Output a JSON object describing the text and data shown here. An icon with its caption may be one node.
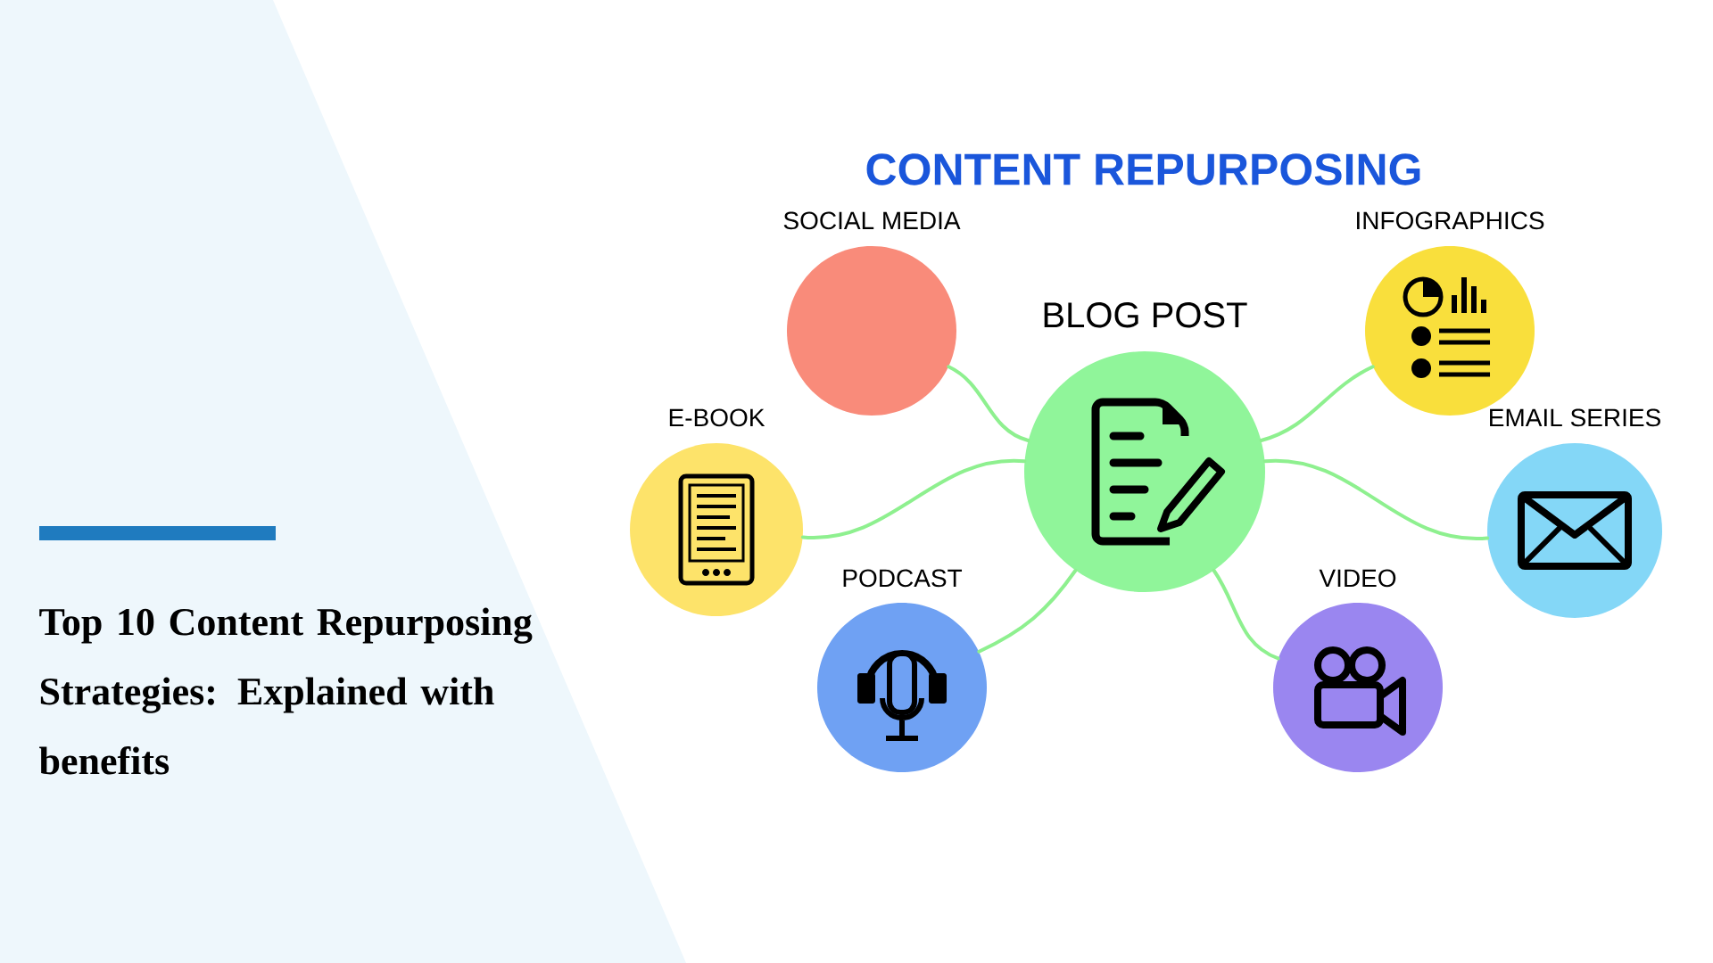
{
  "diagram": {
    "title": "CONTENT REPURPOSING",
    "nodes": [
      {
        "text": [
          "SOCIAL MEDIA"
        ]
      },
      {
        "text": [
          "INFOGRAPHICS"
        ]
      },
      {
        "text": [
          "BLOG POST"
        ]
      },
      {
        "text": [
          "E-BOOK"
        ]
      },
      {
        "text": [
          "EMAIL SERIES"
        ]
      },
      {
        "text": [
          "PODCAST"
        ]
      },
      {
        "text": [
          "VIDEO"
        ]
      }
    ],
    "edges": [
      {
        "from": 2,
        "to": 0,
        "arrow": "none"
      },
      {
        "from": 2,
        "to": 1,
        "arrow": "none"
      },
      {
        "from": 2,
        "to": 3,
        "arrow": "none"
      },
      {
        "from": 2,
        "to": 4,
        "arrow": "none"
      },
      {
        "from": 2,
        "to": 5,
        "arrow": "none"
      },
      {
        "from": 2,
        "to": 6,
        "arrow": "none"
      }
    ],
    "labels": [
      "Top 10 Content Repurposing Strategies: Explained with benefits"
    ]
  }
}
